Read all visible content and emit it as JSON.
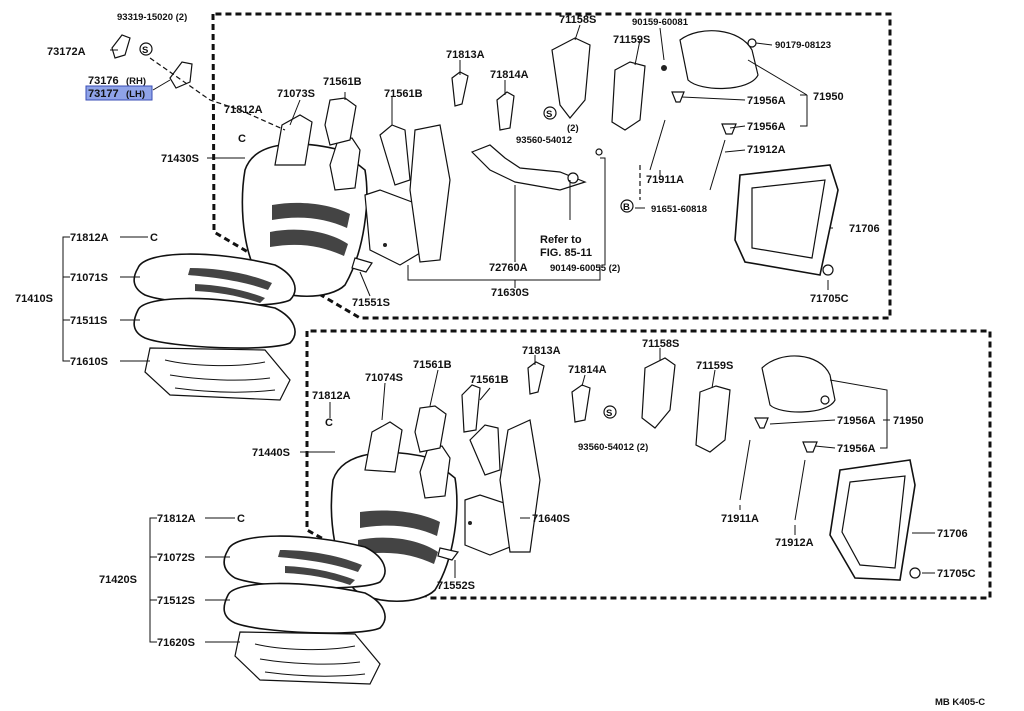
{
  "diagram": {
    "footer_code": "MB  K405-C",
    "highlight_color": "#8fa3e8",
    "upper": {
      "labels": {
        "p93319": "93319-15020 (2)",
        "p73172A": "73172A",
        "p73176": "73176",
        "p73176_side": "(RH)",
        "p73177": "73177",
        "p73177_side": "(LH)",
        "p71073S": "71073S",
        "p71561B_a": "71561B",
        "p71561B_b": "71561B",
        "p71812A_top": "71812A",
        "p71430S": "71430S",
        "p71813A": "71813A",
        "p71814A": "71814A",
        "p71158S": "71158S",
        "p71159S": "71159S",
        "p90159": "90159-60081",
        "p90179": "90179-08123",
        "p93560": "93560-54012",
        "p93560_qty": "(2)",
        "p71956A_a": "71956A",
        "p71956A_b": "71956A",
        "p71950": "71950",
        "p71912A": "71912A",
        "p71911A": "71911A",
        "p91651": "91651-60818",
        "p71706": "71706",
        "p71705C": "71705C",
        "refer1": "Refer to",
        "refer2": "FIG. 85-11",
        "p72760A": "72760A",
        "p90149": "90149-60055 (2)",
        "p71630S": "71630S",
        "p71551S": "71551S",
        "p71812A_cushion": "71812A",
        "p71071S": "71071S",
        "p71410S": "71410S",
        "p71511S": "71511S",
        "p71610S": "71610S"
      }
    },
    "lower": {
      "labels": {
        "p71074S": "71074S",
        "p71561B_a": "71561B",
        "p71561B_b": "71561B",
        "p71813A": "71813A",
        "p71814A": "71814A",
        "p71158S": "71158S",
        "p71159S": "71159S",
        "p71812A_back": "71812A",
        "p71440S": "71440S",
        "p93560": "93560-54012 (2)",
        "p71956A_a": "71956A",
        "p71956A_b": "71956A",
        "p71950": "71950",
        "p71640S": "71640S",
        "p71911A": "71911A",
        "p71912A": "71912A",
        "p71706": "71706",
        "p71705C": "71705C",
        "p71552S": "71552S",
        "p71812A_cushion": "71812A",
        "p71072S": "71072S",
        "p71420S": "71420S",
        "p71512S": "71512S",
        "p71620S": "71620S"
      }
    },
    "symbols": {
      "s": "S",
      "b": "B",
      "c": "C"
    }
  }
}
